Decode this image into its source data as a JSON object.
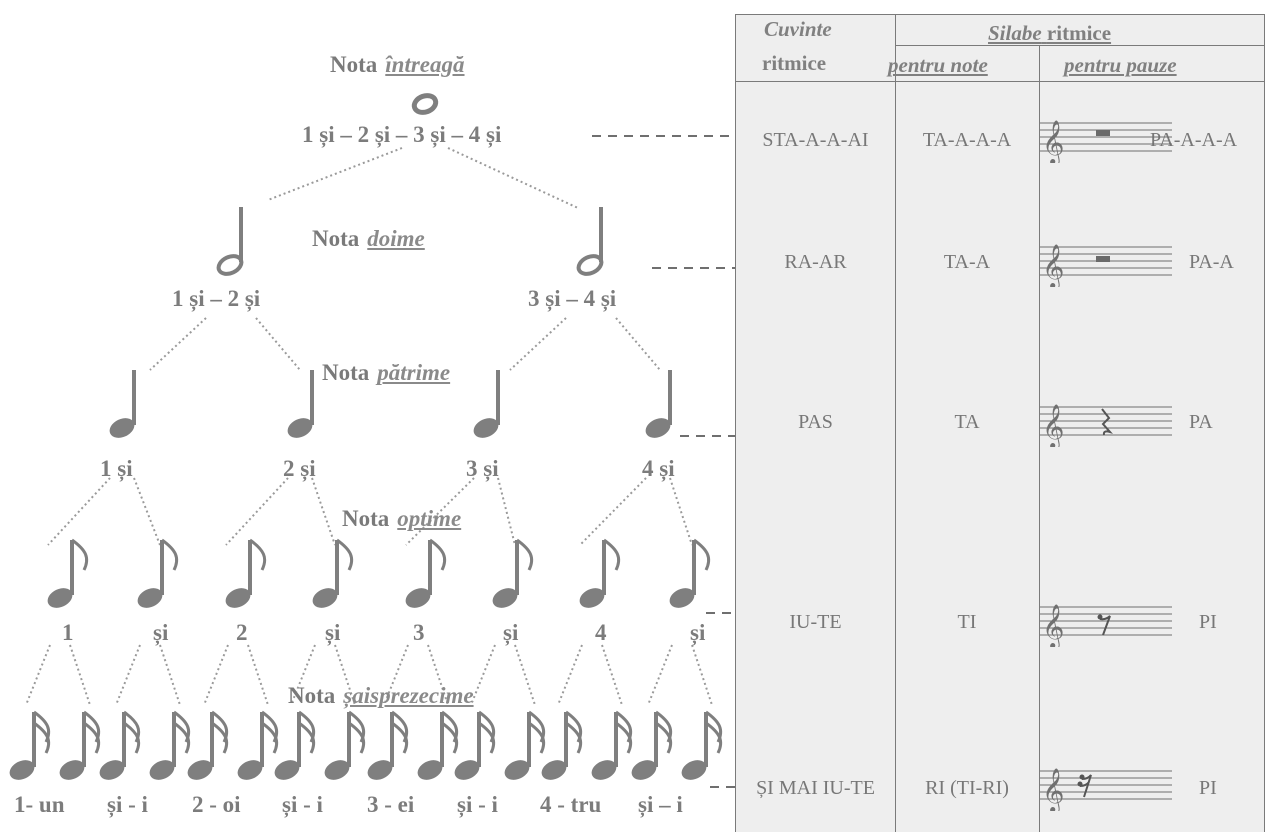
{
  "levels": [
    {
      "prefix": "Nota",
      "name": "întreagă"
    },
    {
      "prefix": "Nota",
      "name": "doime"
    },
    {
      "prefix": "Nota",
      "name": "pătrime"
    },
    {
      "prefix": "Nota",
      "name": "optime"
    },
    {
      "prefix": "Nota",
      "name": "șaisprezecime"
    }
  ],
  "counts": {
    "whole": "1 și – 2 și – 3 și – 4 și",
    "half": [
      "1 și – 2 și",
      "3 și – 4 și"
    ],
    "quarter": [
      "1 și",
      "2 și",
      "3 și",
      "4 și"
    ],
    "eighth": [
      "1",
      "și",
      "2",
      "și",
      "3",
      "și",
      "4",
      "și"
    ],
    "sixteenth": [
      "1- un",
      "și - i",
      "2 - oi",
      "și - i",
      "3 - ei",
      "și - i",
      "4 - tru",
      "și – i"
    ]
  },
  "table": {
    "header_col1": [
      "Cuvinte",
      "ritmice"
    ],
    "header_group": [
      "Silabe",
      "ritmice"
    ],
    "header_col2": "pentru note",
    "header_col3": "pentru pauze",
    "rows": [
      {
        "words": "STA-A-A-AI",
        "notes": "TA-A-A-A",
        "rest_symbol": "whole-rest",
        "rests": "PA-A-A-A"
      },
      {
        "words": "RA-AR",
        "notes": "TA-A",
        "rest_symbol": "half-rest",
        "rests": "PA-A"
      },
      {
        "words": "PAS",
        "notes": "TA",
        "rest_symbol": "quarter-rest",
        "rests": "PA"
      },
      {
        "words": "IU-TE",
        "notes": "TI",
        "rest_symbol": "eighth-rest",
        "rests": "PI"
      },
      {
        "words": "ȘI MAI IU-TE",
        "notes": "RI (TI-RI)",
        "rest_symbol": "sixteenth-rest",
        "rests": "PI"
      }
    ]
  },
  "colors": {
    "ink": "#7a7a7a",
    "note": "#7f7f7f",
    "table_bg": "#eeeeee",
    "dots": "#8a8a8a"
  }
}
